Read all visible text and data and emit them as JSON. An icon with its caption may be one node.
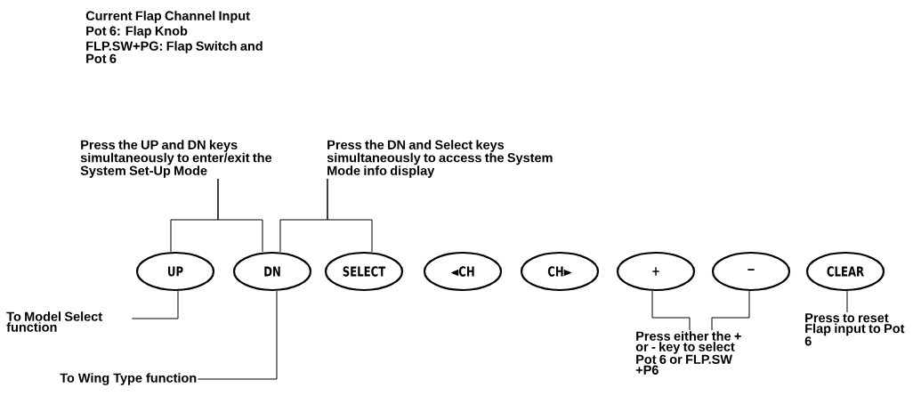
{
  "diagram": {
    "nodes": [
      {
        "text": [
          "Press the UP and DN keys simultaneously to enter/exit the System Set-Up Mode"
        ]
      },
      {
        "text": [
          "Press the DN and Select keys simultaneously to access the System Mode info display"
        ]
      },
      {
        "text": [
          "UP"
        ]
      },
      {
        "text": [
          "DN"
        ]
      },
      {
        "text": [
          "SELECT"
        ]
      },
      {
        "text": [
          "◄CH"
        ]
      },
      {
        "text": [
          "CH►"
        ]
      },
      {
        "text": [
          "+"
        ]
      },
      {
        "text": [
          "−"
        ]
      },
      {
        "text": [
          "CLEAR"
        ]
      },
      {
        "text": [
          "To Model Select function"
        ]
      },
      {
        "text": [
          "To Wing Type function"
        ]
      },
      {
        "text": [
          "Press either the + or - key to select Pot 6 or FLP.SW +P6"
        ]
      },
      {
        "text": [
          "Press to reset Flap input to Pot 6"
        ]
      }
    ],
    "edges": [
      {
        "from": 0,
        "to": 2,
        "arrow": "none"
      },
      {
        "from": 0,
        "to": 3,
        "arrow": "none"
      },
      {
        "from": 1,
        "to": 3,
        "arrow": "none"
      },
      {
        "from": 1,
        "to": 4,
        "arrow": "none"
      },
      {
        "from": 10,
        "to": 2,
        "arrow": "none"
      },
      {
        "from": 11,
        "to": 3,
        "arrow": "none"
      },
      {
        "from": 12,
        "to": 7,
        "arrow": "none"
      },
      {
        "from": 12,
        "to": 8,
        "arrow": "none"
      },
      {
        "from": 13,
        "to": 9,
        "arrow": "none"
      }
    ],
    "labels": [
      "Current Flap Channel Input",
      "Pot 6: Flap Knob",
      "FLP.SW+PG: Flap Switch and Pot 6"
    ]
  }
}
